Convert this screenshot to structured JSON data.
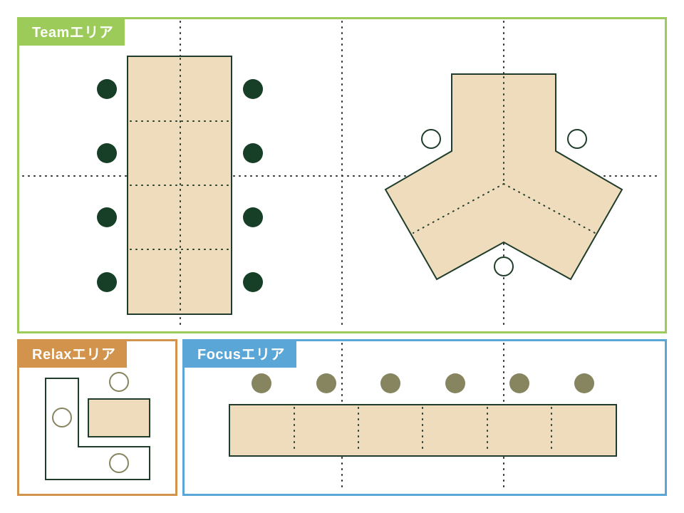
{
  "zones": {
    "team": {
      "label": "Teamエリア",
      "color": "#9ccb5a"
    },
    "relax": {
      "label": "Relaxエリア",
      "color": "#d2934c"
    },
    "focus": {
      "label": "Focusエリア",
      "color": "#5aa6d6"
    }
  },
  "colors": {
    "table_fill": "#efdcbd",
    "table_stroke": "#1f3d2a",
    "team_seat": "#173f27",
    "focus_seat": "#86855f",
    "open_seat_stroke": "#86855f",
    "guide_line": "#2b2b2b"
  }
}
